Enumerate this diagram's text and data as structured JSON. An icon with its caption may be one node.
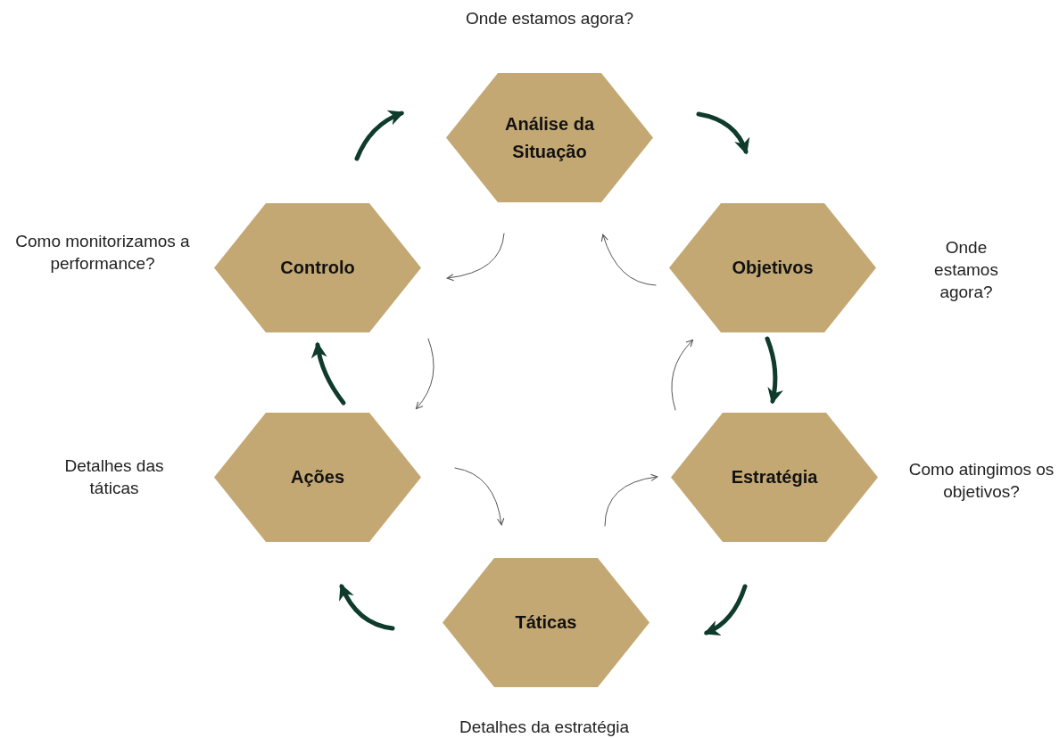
{
  "diagram": {
    "nodes": [
      {
        "text": [
          "Análise da Situação"
        ],
        "beside": [
          "Onde estamos agora?"
        ]
      },
      {
        "text": [
          "Objetivos"
        ],
        "beside": [
          "Onde estamos agora?"
        ]
      },
      {
        "text": [
          "Estratégia"
        ],
        "beside": [
          "Como atingimos os objetivos?"
        ]
      },
      {
        "text": [
          "Táticas"
        ],
        "beside": [
          "Detalhes da estratégia"
        ]
      },
      {
        "text": [
          "Ações"
        ],
        "beside": [
          "Detalhes das táticas"
        ]
      },
      {
        "text": [
          "Controlo"
        ],
        "beside": [
          "Como monitorizamos a performance?"
        ]
      }
    ],
    "edges": [
      {
        "from": 0,
        "to": 1,
        "arrow": "to",
        "style": "thick",
        "color": "#0f3b2c"
      },
      {
        "from": 1,
        "to": 2,
        "arrow": "to",
        "style": "thick",
        "color": "#0f3b2c"
      },
      {
        "from": 2,
        "to": 3,
        "arrow": "to",
        "style": "thick",
        "color": "#0f3b2c"
      },
      {
        "from": 3,
        "to": 4,
        "arrow": "to",
        "style": "thick",
        "color": "#0f3b2c"
      },
      {
        "from": 4,
        "to": 5,
        "arrow": "to",
        "style": "thick",
        "color": "#0f3b2c"
      },
      {
        "from": 5,
        "to": 0,
        "arrow": "to",
        "style": "thick",
        "color": "#0f3b2c"
      },
      {
        "from": 0,
        "to": 5,
        "arrow": "to"
      },
      {
        "from": 5,
        "to": 4,
        "arrow": "to"
      },
      {
        "from": 4,
        "to": 3,
        "arrow": "to"
      },
      {
        "from": 3,
        "to": 2,
        "arrow": "to"
      },
      {
        "from": 2,
        "to": 1,
        "arrow": "to"
      },
      {
        "from": 1,
        "to": 0,
        "arrow": "to"
      }
    ]
  }
}
